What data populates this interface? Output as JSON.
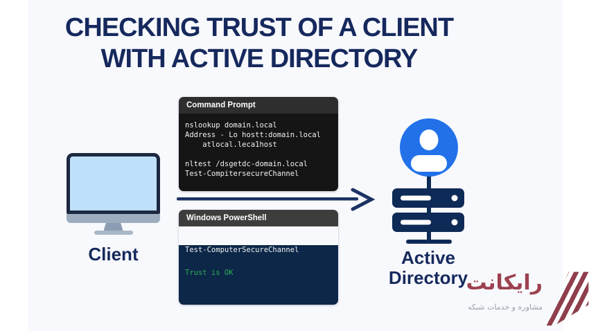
{
  "title": {
    "line1": "CHECKING TRUST OF A CLIENT",
    "line2": "WITH ACTIVE DIRECTORY"
  },
  "client": {
    "label": "Client"
  },
  "command_prompt": {
    "window_title": "Command Prompt",
    "lines": [
      "nslookup domain.local",
      "Address - Lo hostt:domain.local",
      "    atlocal.leca1host",
      "",
      "nltest /dsgetdc-domain.local",
      "Test-CompitersecureChannel"
    ]
  },
  "powershell": {
    "window_title": "Windows PowerShell",
    "command": "Test-ComputerSecureChannel",
    "output": "Trust is OK"
  },
  "active_directory": {
    "label_line1": "Active",
    "label_line2": "Directory"
  },
  "watermark": {
    "brand": "رایکانت",
    "tagline": "مشاوره و خدمات شبکه"
  },
  "colors": {
    "accent_navy": "#16295d",
    "server_navy": "#0e2a56",
    "user_blue": "#2271e9",
    "powershell_bg": "#0c2748",
    "command_prompt_bg": "#151515",
    "success_green": "#2fae57",
    "brand_maroon": "#8e3e4c",
    "screen_blue": "#bfe0fa"
  }
}
